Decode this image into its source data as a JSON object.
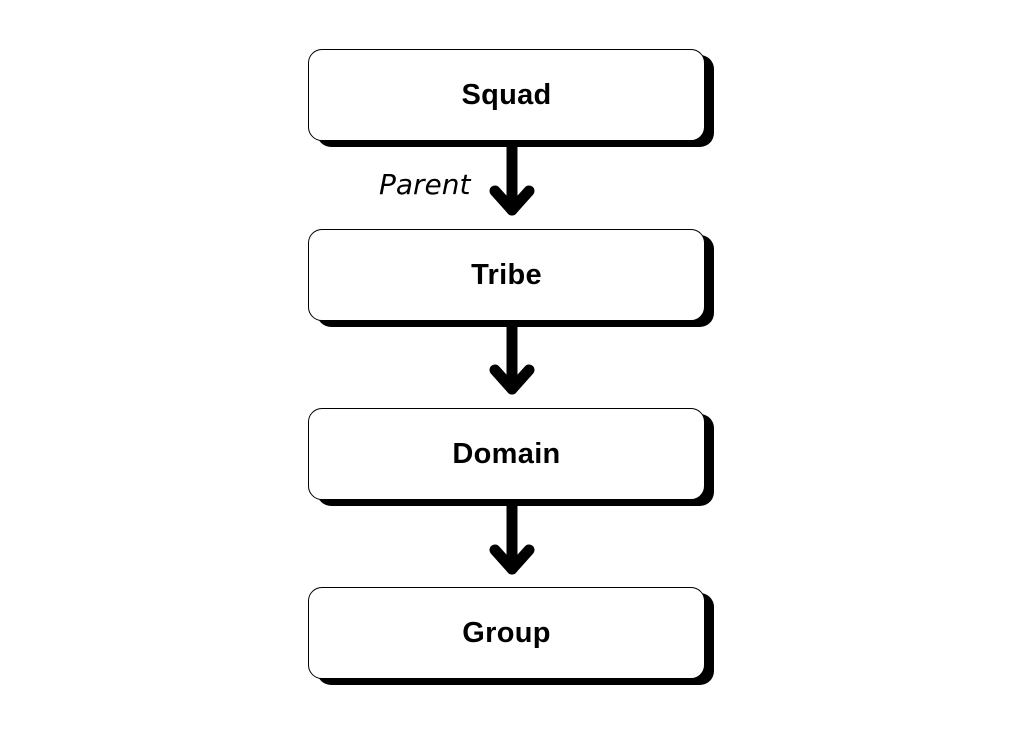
{
  "diagram": {
    "nodes": [
      {
        "id": "squad",
        "label": "Squad"
      },
      {
        "id": "tribe",
        "label": "Tribe"
      },
      {
        "id": "domain",
        "label": "Domain"
      },
      {
        "id": "group",
        "label": "Group"
      }
    ],
    "edges": [
      {
        "from": "squad",
        "to": "tribe",
        "label": "Parent"
      },
      {
        "from": "tribe",
        "to": "domain",
        "label": ""
      },
      {
        "from": "domain",
        "to": "group",
        "label": ""
      }
    ]
  },
  "colors": {
    "node_fill": "#ffffff",
    "node_border": "#000000",
    "node_shadow": "#000000",
    "arrow": "#000000",
    "background": "#ffffff"
  }
}
